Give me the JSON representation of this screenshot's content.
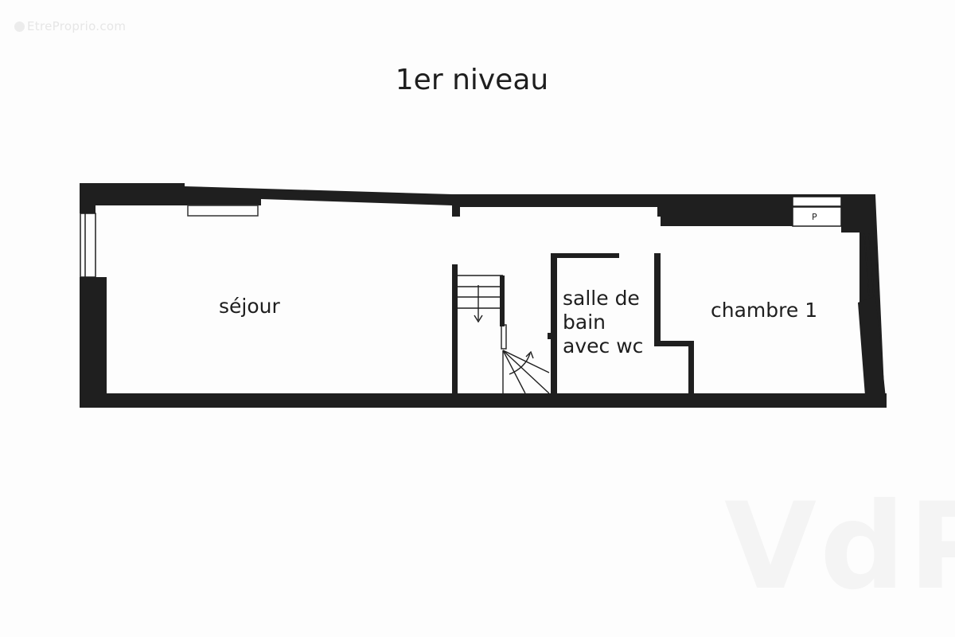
{
  "watermark": "EtreProprio.com",
  "title": "1er niveau",
  "rooms": [
    {
      "name": "séjour"
    },
    {
      "name": "salle de bain avec wc",
      "lines": [
        "salle de",
        "bain",
        "avec wc"
      ]
    },
    {
      "name": "chambre 1"
    }
  ],
  "symbols": {
    "cupboard": "P"
  },
  "colors": {
    "wall": "#1f1f1f",
    "background": "#fdfdfd"
  }
}
